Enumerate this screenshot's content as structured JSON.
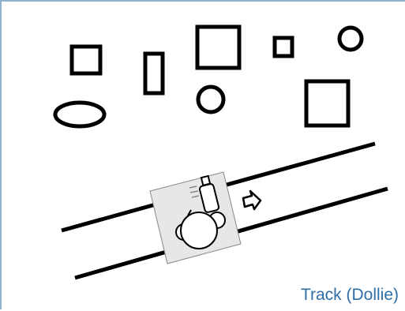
{
  "caption": "Track (Dollie)",
  "colors": {
    "frame": "#8fb2cf",
    "caption": "#2f6ea6",
    "stroke": "#000000",
    "dolly_fill": "#e9e6e6",
    "background": "#ffffff"
  },
  "icons": [
    "square-shape",
    "rectangle-shape",
    "circle-shape",
    "ellipse-shape",
    "track-rail",
    "dolly-platform",
    "camera-operator-icon",
    "camera-icon",
    "direction-arrow-icon"
  ]
}
